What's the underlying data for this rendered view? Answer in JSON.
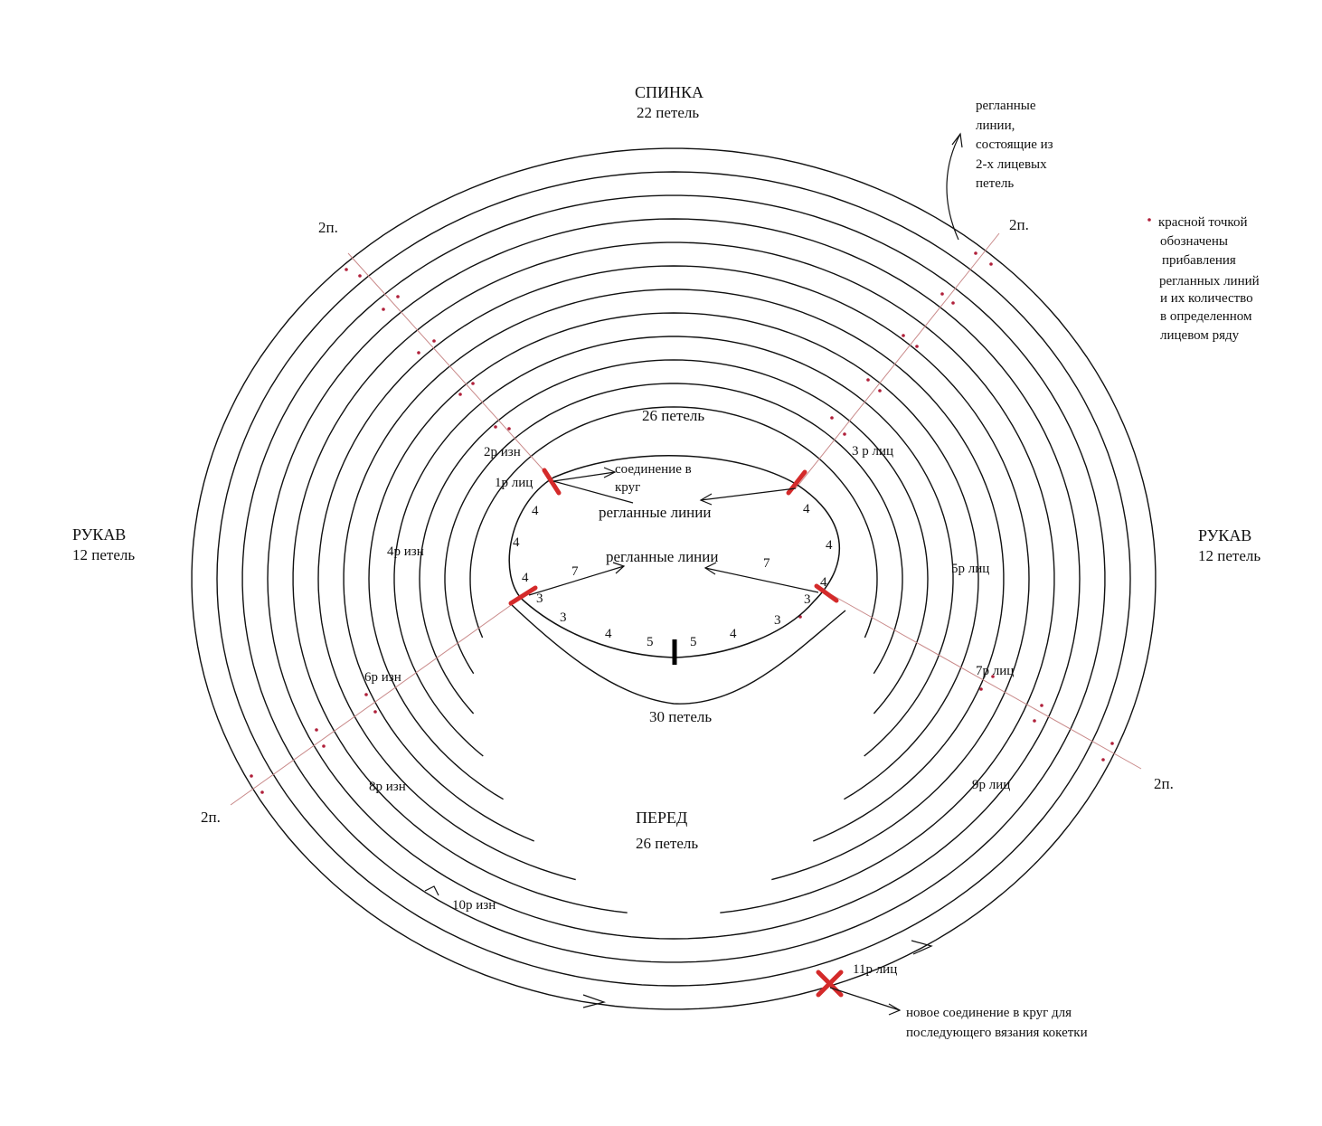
{
  "sections": {
    "back": {
      "title": "СПИНКА",
      "count": "22 петель"
    },
    "sleeve_left": {
      "title": "РУКАВ",
      "count": "12 петель"
    },
    "sleeve_right": {
      "title": "РУКАВ",
      "count": "12 петель"
    },
    "front": {
      "title": "ПЕРЕД",
      "count": "26  петель"
    }
  },
  "inner": {
    "top_count": "26 петель",
    "bottom_count": "30 петель",
    "join_label_1": "соединение в",
    "join_label_2": "круг",
    "raglan_label_top": "регланные линии",
    "raglan_label_bottom": "регланные линии",
    "stitch_counts": [
      "4",
      "4",
      "4",
      "3",
      "3",
      "4",
      "5",
      "5",
      "4",
      "3",
      "3",
      "4",
      "4",
      "4",
      "7",
      "7"
    ]
  },
  "rows": [
    "1р лиц",
    "2р изн",
    "3 р лиц",
    "4р изн",
    "5р лиц",
    "6р изн",
    "7р лиц",
    "8р изн",
    "9р лиц",
    "10р изн",
    "11р лиц"
  ],
  "raglan_marks": [
    "2п.",
    "2п.",
    "2п.",
    "2п."
  ],
  "notes": {
    "raglan_note": [
      "регланные",
      "линии,",
      "состоящие из",
      "2-х лицевых",
      "петель"
    ],
    "legend": [
      "красной точкой",
      "обозначены",
      "прибавления",
      "регланных линий",
      "и их количество",
      "в определенном",
      "лицевом ряду"
    ],
    "new_join": [
      "новое соединение в круг для",
      "последующего вязания кокетки"
    ]
  },
  "colors": {
    "line": "#111111",
    "red": "#d42a2a",
    "raglan_line": "#c98a8a",
    "dot": "#b0203a"
  }
}
